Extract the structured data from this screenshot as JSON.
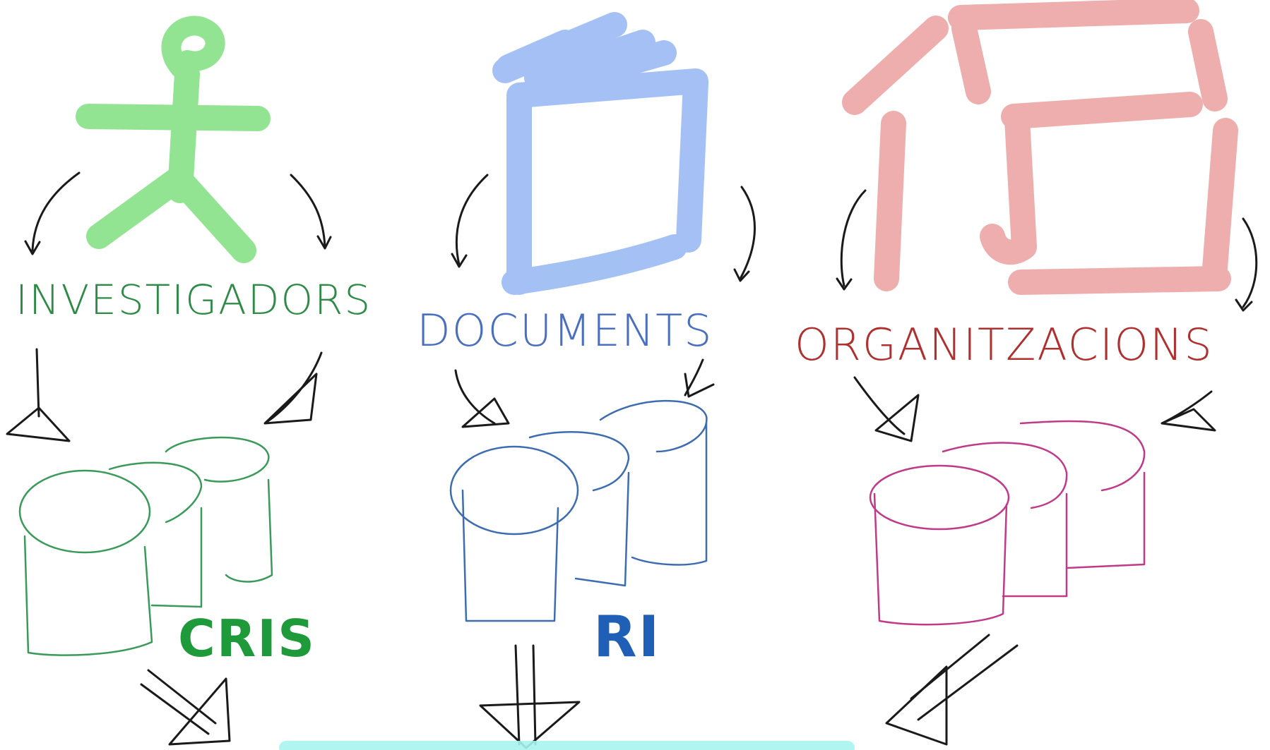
{
  "colors": {
    "background": "#ffffff",
    "person_icon": "#6edc6e",
    "document_icon": "#7ea6f0",
    "organization_icon": "#e88c8c",
    "investigadors_label": "#2e8b46",
    "documents_label": "#4a6fc0",
    "organitzacions_label": "#b03030",
    "cris_db": "#3a9a5a",
    "ri_db": "#3d6db0",
    "org_db": "#c03a8a",
    "cris_text": "#1e9a3a",
    "ri_text": "#1f5fb5",
    "arrows": "#1a1a1a",
    "bottom_bar": "#a8f4f0"
  },
  "icons": {
    "person": "person-stick-figure-icon",
    "document": "book-document-icon",
    "organization": "building-icon",
    "database": "database-cylinders-icon"
  },
  "columns": [
    {
      "entity_label": "Investigadors",
      "system_label": "CRIS"
    },
    {
      "entity_label": "Documents",
      "system_label": "RI"
    },
    {
      "entity_label": "Organitzacions",
      "system_label": ""
    }
  ]
}
